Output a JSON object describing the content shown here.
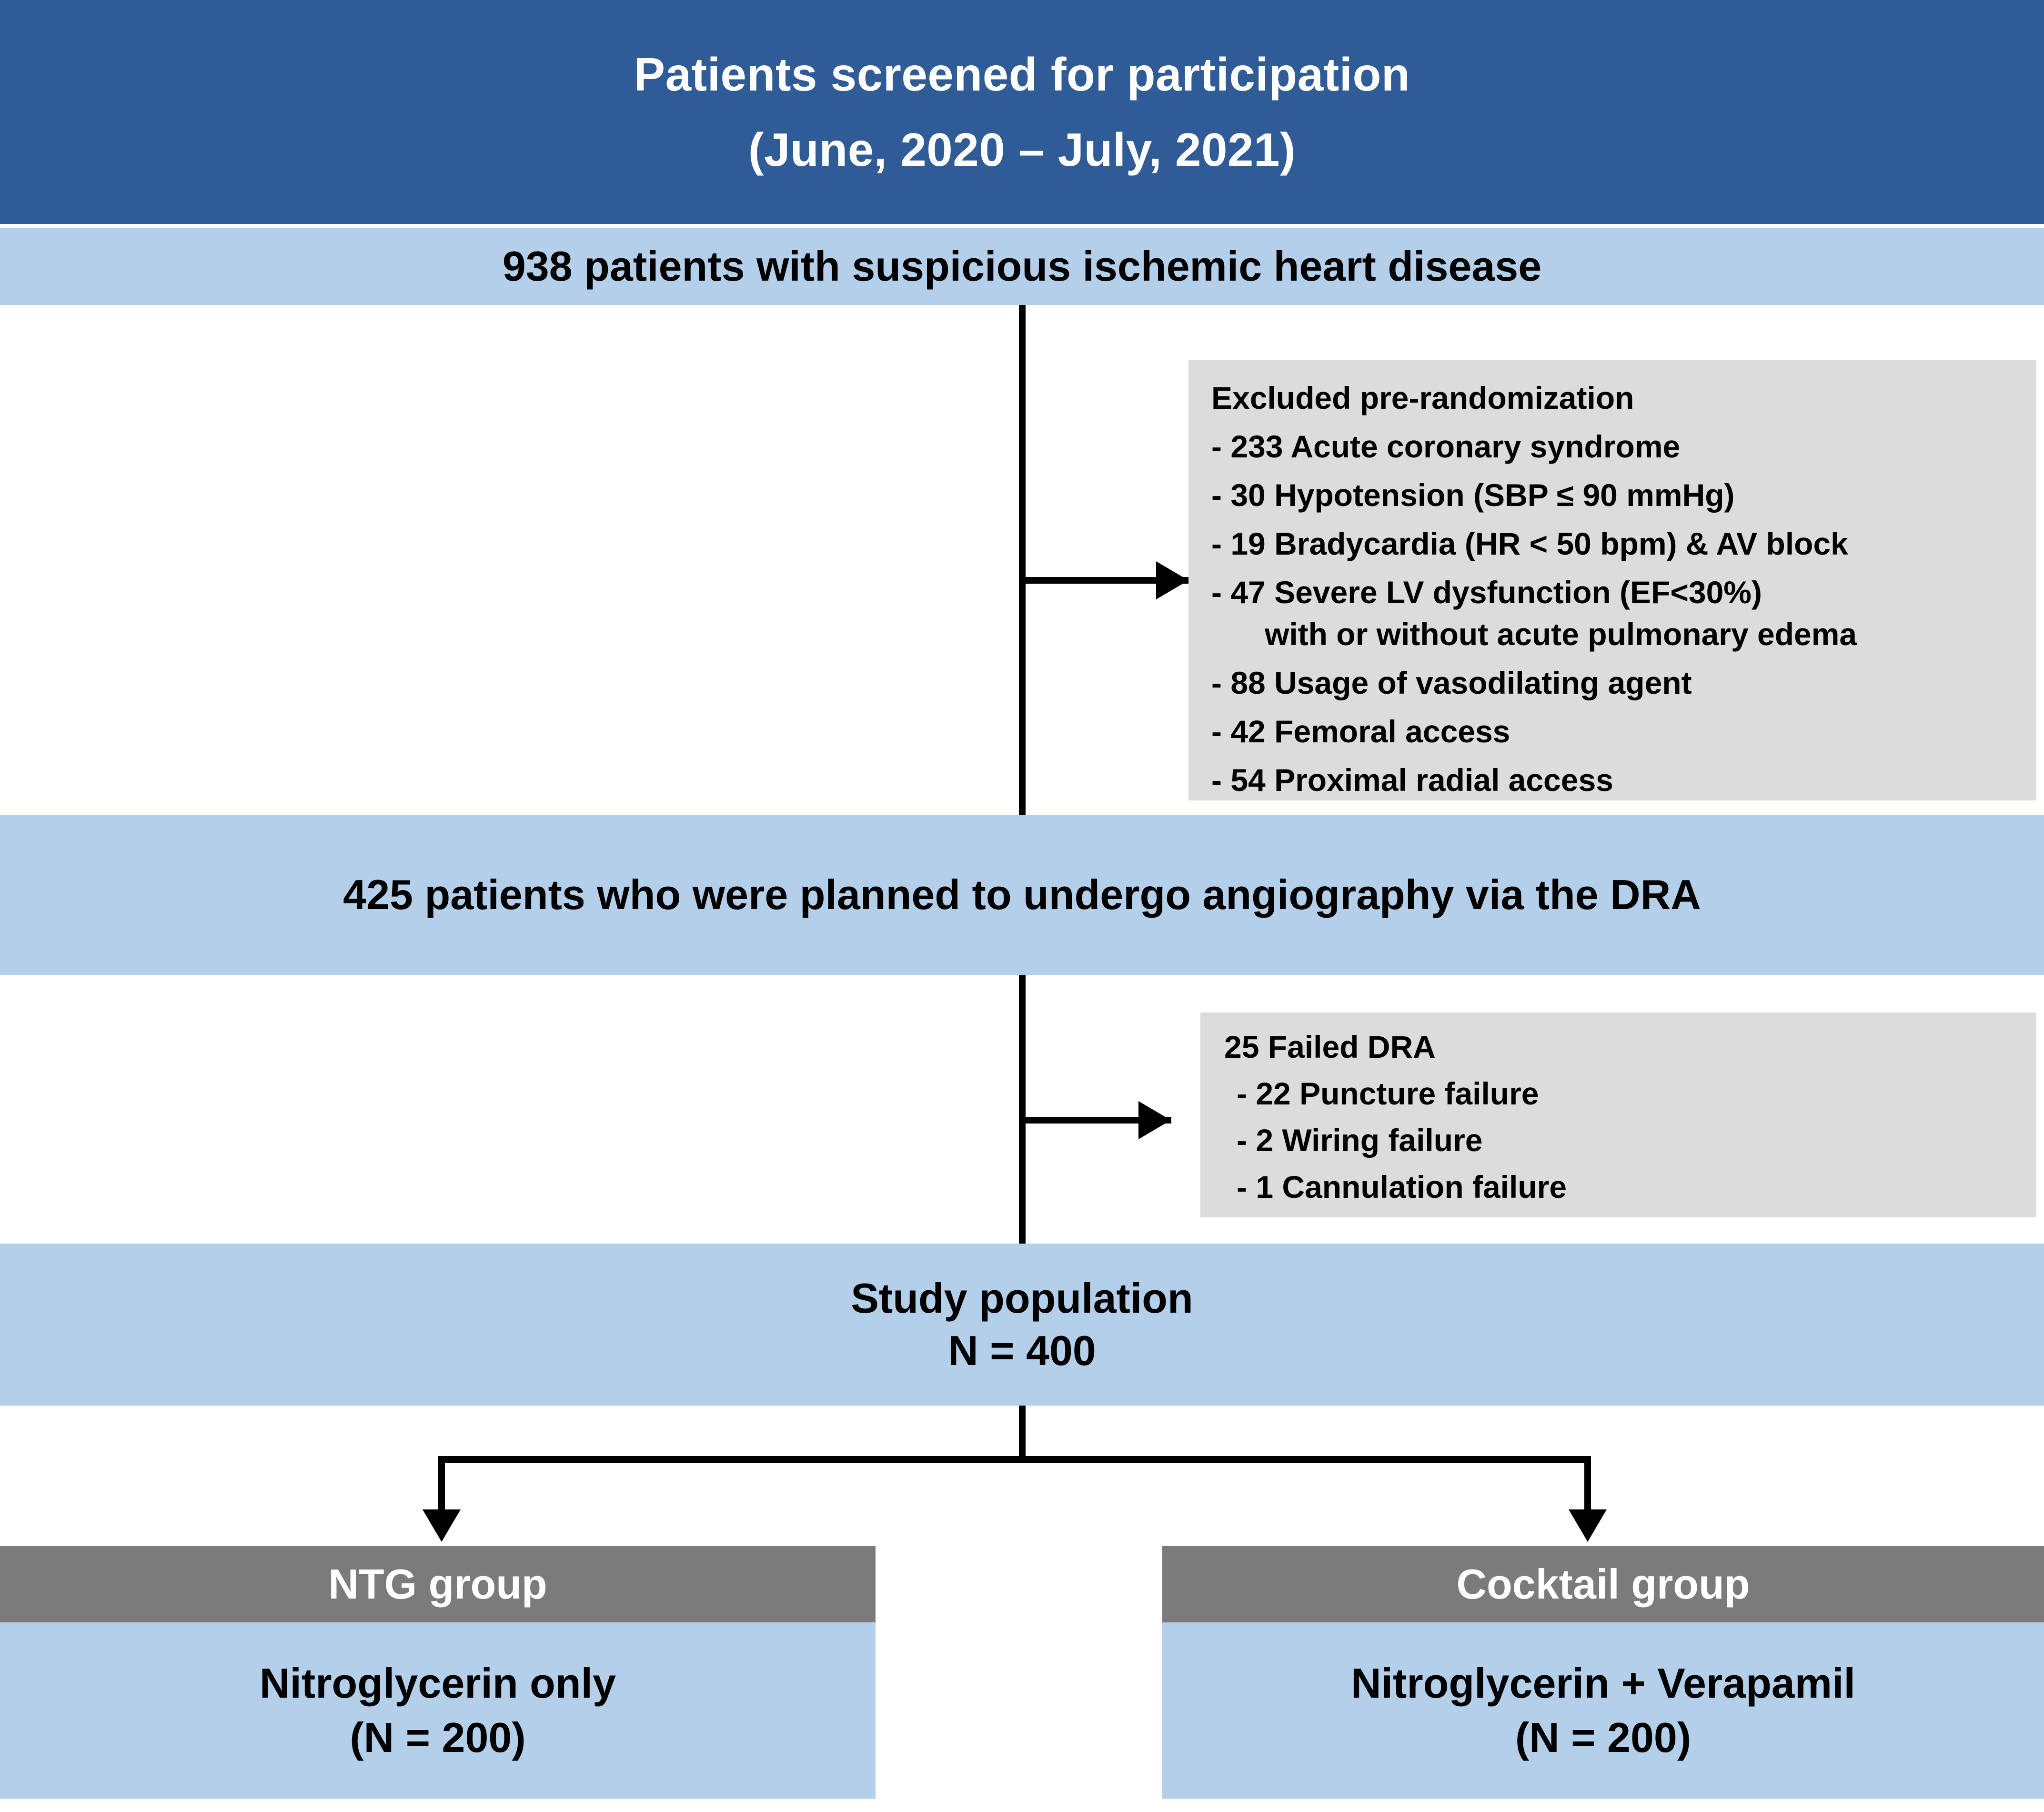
{
  "header": {
    "line1": "Patients screened for participation",
    "line2": "(June, 2020 –  July, 2021)"
  },
  "stage_screened": {
    "label": "938 patients with suspicious ischemic heart disease"
  },
  "excluded_pre_randomization": {
    "title": "Excluded pre-randomization",
    "items": [
      "- 233 Acute coronary syndrome",
      "- 30 Hypotension (SBP ≤ 90 mmHg)",
      "- 19 Bradycardia (HR < 50 bpm) & AV block",
      "- 47 Severe LV dysfunction (EF<30%)"
    ],
    "item4_continuation": "with  or without acute pulmonary edema",
    "items_after": [
      "- 88 Usage of vasodilating agent",
      "- 42 Femoral access",
      "- 54 Proximal radial access"
    ]
  },
  "stage_planned": {
    "label": "425 patients who were planned to undergo angiography via the DRA"
  },
  "failed_dra": {
    "title": "25 Failed DRA",
    "items": [
      "- 22 Puncture failure",
      "- 2 Wiring failure",
      "- 1 Cannulation failure"
    ]
  },
  "stage_study_population": {
    "line1": "Study population",
    "line2": "N = 400"
  },
  "groups": [
    {
      "head": "NTG group",
      "body_line1": "Nitroglycerin  only",
      "body_line2": "(N = 200)"
    },
    {
      "head": "Cocktail group",
      "body_line1": "Nitroglycerin + Verapamil",
      "body_line2": "(N = 200)"
    }
  ],
  "colors": {
    "header_dark_blue": "#2f5c96",
    "bar_light_blue": "#b3cfea",
    "exclusion_grey": "#dcdcdc",
    "group_head_grey": "#7b7b7b",
    "connector_black": "#000000"
  }
}
